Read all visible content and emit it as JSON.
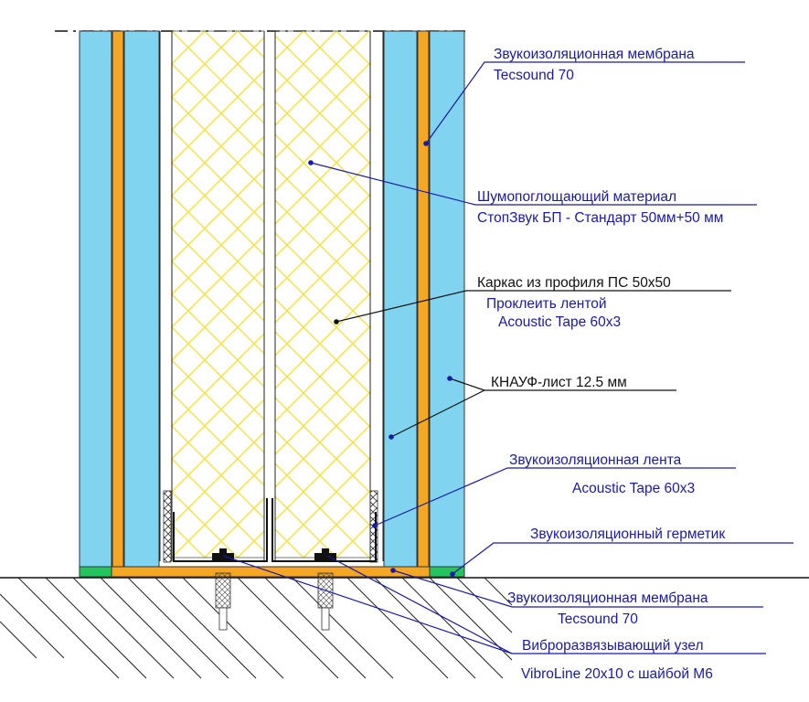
{
  "colors": {
    "drywall": "#80d4f0",
    "membrane": "#f5a623",
    "sealant": "#22c55e",
    "insulation_pattern": "#f0e040",
    "callout_blue": "#1a1aa6",
    "callout_black": "#111111"
  },
  "labels": {
    "membrane_top": {
      "line1": "Звукоизоляционная мембрана",
      "line2": "Tecsound 70"
    },
    "absorber": {
      "line1": "Шумопоглощающий материал",
      "line2": "СтопЗвук БП - Стандарт  50мм+50 мм"
    },
    "frame": {
      "line1": "Каркас из профиля ПС 50х50",
      "line2": "Проклеить лентой",
      "line3": "Acoustic Tape 60x3"
    },
    "knauf": {
      "line1": "КНАУФ-лист 12.5 мм"
    },
    "tape": {
      "line1": "Звукоизоляционная лента",
      "line2": "Acoustic Tape 60x3"
    },
    "sealant": {
      "line1": "Звукоизоляционный герметик"
    },
    "membrane_bottom": {
      "line1": "Звукоизоляционная мембрана",
      "line2": "Tecsound 70"
    },
    "vibro": {
      "line1": "Виброразвязывающий узел",
      "line2": "VibroLine 20x10 с шайбой М6"
    }
  }
}
